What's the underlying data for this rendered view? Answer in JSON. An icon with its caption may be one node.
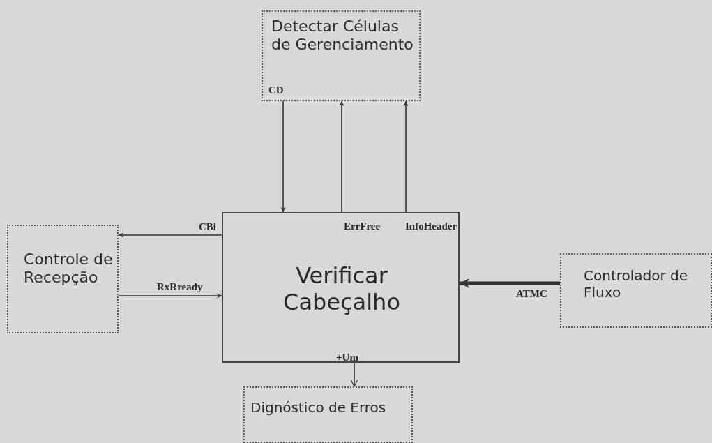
{
  "diagram": {
    "nodes": [
      {
        "text": [
          "Detectar Células de Gerenciamento"
        ]
      },
      {
        "text": [
          "Controle de Recepção"
        ]
      },
      {
        "text": [
          "Verificar Cabeçalho"
        ]
      },
      {
        "text": [
          "Controlador de Fluxo"
        ]
      },
      {
        "text": [
          "Dignóstico de Erros"
        ]
      }
    ],
    "edges": [
      {
        "from": 0,
        "to": 2,
        "arrow": "to"
      },
      {
        "from": 2,
        "to": 0,
        "arrow": "to"
      },
      {
        "from": 2,
        "to": 0,
        "arrow": "to"
      },
      {
        "from": 2,
        "to": 1,
        "arrow": "to"
      },
      {
        "from": 1,
        "to": 2,
        "arrow": "to"
      },
      {
        "from": 3,
        "to": 2,
        "arrow": "to",
        "style": "thick"
      },
      {
        "from": 2,
        "to": 4,
        "arrow": "to"
      }
    ],
    "labels": [
      "CD",
      "ErrFree",
      "InfoHeader",
      "CBi",
      "RxRready",
      "ATMC",
      "+Um"
    ]
  }
}
